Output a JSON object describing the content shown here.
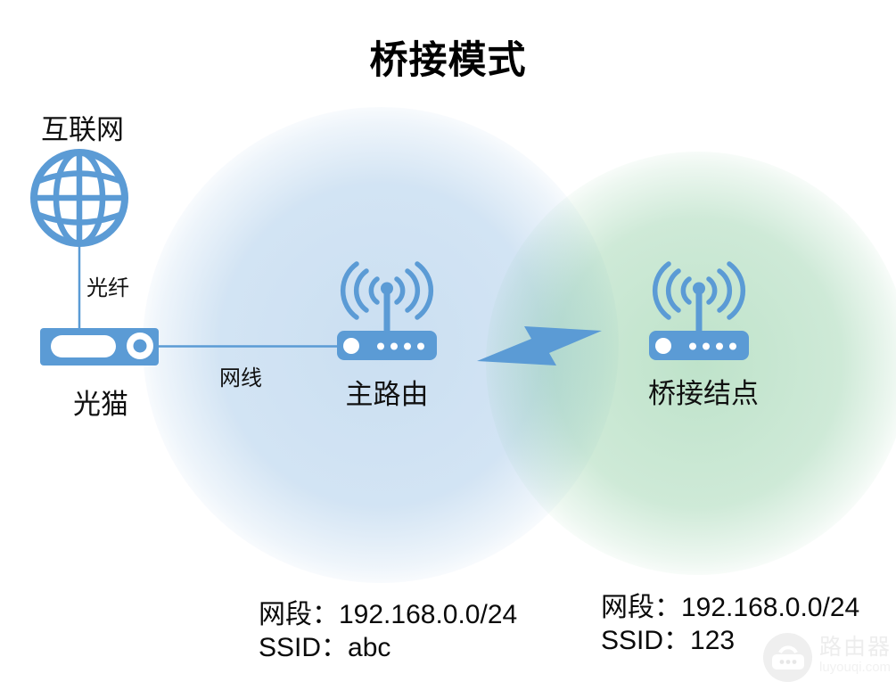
{
  "title": "桥接模式",
  "colors": {
    "device_blue": "#5B9BD5",
    "coverage_blue": "rgba(91,155,213,0.30)",
    "coverage_green": "rgba(80,178,112,0.32)",
    "text": "#111111",
    "watermark_gray": "#efefef"
  },
  "nodes": {
    "internet": {
      "label": "互联网",
      "icon": "globe-icon"
    },
    "modem": {
      "label": "光猫",
      "icon": "modem-icon"
    },
    "main_router": {
      "label": "主路由",
      "icon": "wifi-router-icon"
    },
    "bridge_node": {
      "label": "桥接结点",
      "icon": "wifi-router-icon"
    }
  },
  "links": {
    "fiber": {
      "label": "光纤"
    },
    "ethernet": {
      "label": "网线"
    },
    "wireless_bridge": {
      "icon": "lightning-bolt-icon"
    }
  },
  "info": {
    "main_router": {
      "subnet_label": "网段：",
      "subnet_value": "192.168.0.0/24",
      "ssid_label": "SSID：",
      "ssid_value": "abc"
    },
    "bridge_node": {
      "subnet_label": "网段：",
      "subnet_value": "192.168.0.0/24",
      "ssid_label": "SSID：",
      "ssid_value": "123"
    }
  },
  "watermark": {
    "brand": "路由器",
    "site": "luyouqi.com"
  }
}
